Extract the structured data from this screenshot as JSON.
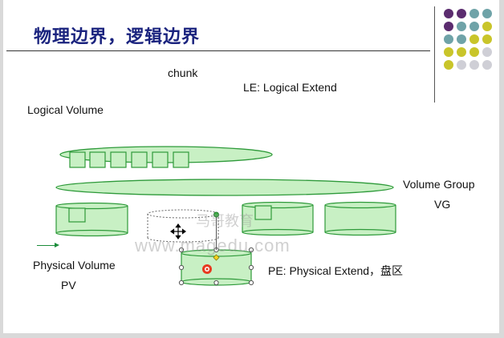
{
  "title": "物理边界，逻辑边界",
  "labels": {
    "chunk": "chunk",
    "le": "LE: Logical Extend",
    "logical_volume": "Logical Volume",
    "volume_group": "Volume Group",
    "vg": "VG",
    "physical_volume": "Physical Volume",
    "pv": "PV",
    "pe": "PE: Physical Extend，盘区"
  },
  "watermark": {
    "text": "www.magedu.com",
    "cn": "马哥教育"
  },
  "colors": {
    "shape_fill": "#c8f0c4",
    "shape_stroke": "#2e9a3a",
    "title": "#1a237e",
    "dot_purple": "#5b2c6f",
    "dot_teal": "#6fa3a8",
    "dot_yellow": "#c9c52a",
    "dot_gray": "#cfcfd6"
  }
}
